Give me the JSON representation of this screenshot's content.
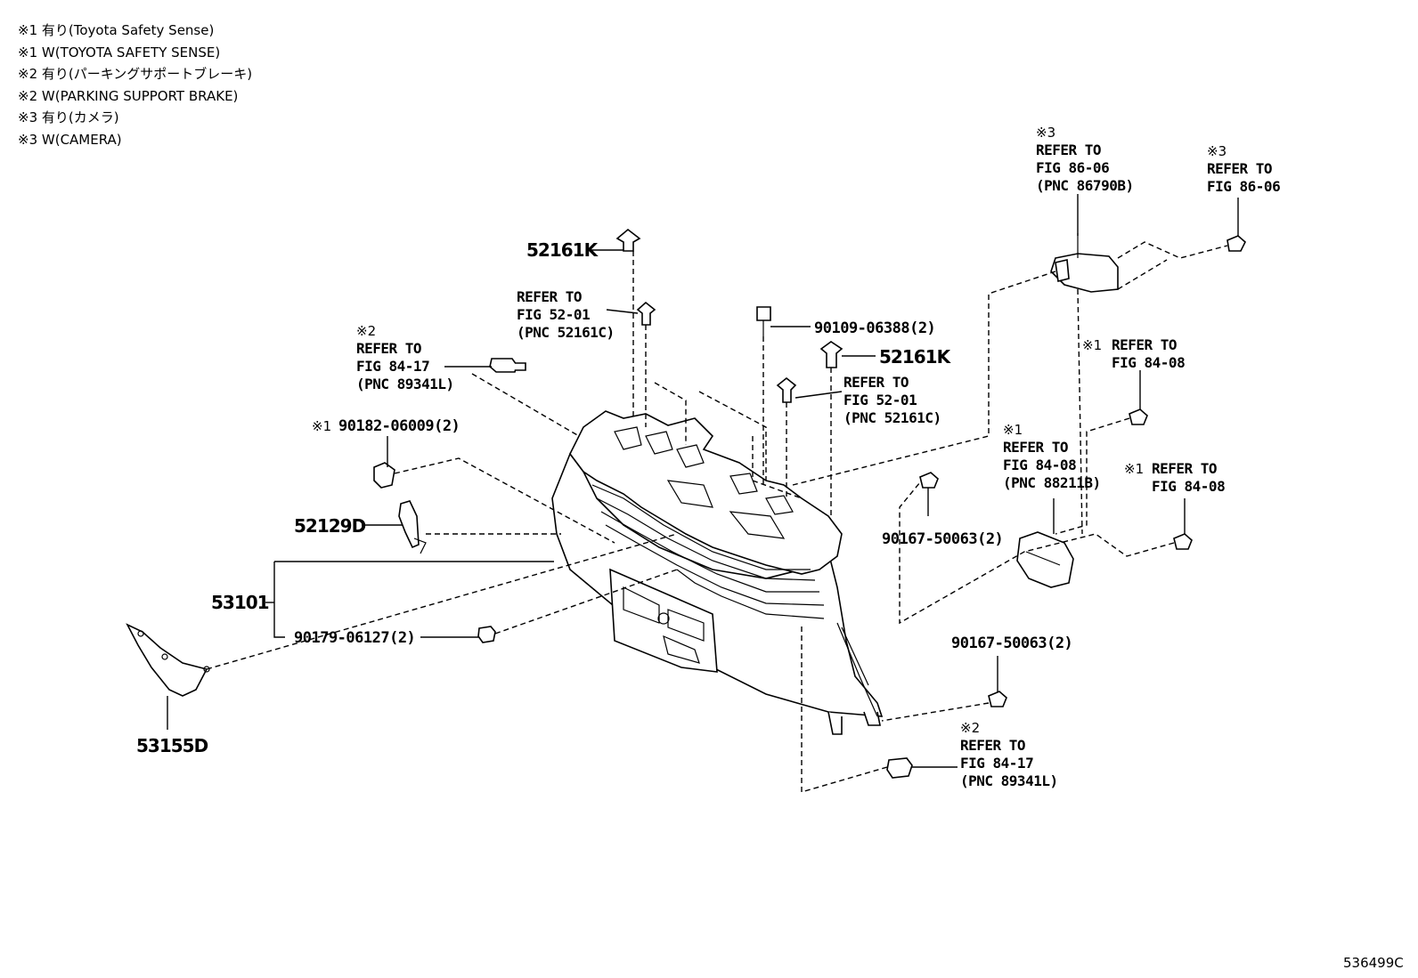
{
  "legend": [
    "※1 有り(Toyota  Safety  Sense)",
    "※1 W(TOYOTA SAFETY SENSE)",
    "※2 有り(パーキングサポートブレーキ)",
    "※2 W(PARKING SUPPORT BRAKE)",
    "※3 有り(カメラ)",
    "※3 W(CAMERA)"
  ],
  "callouts": {
    "p52161K_top": "52161K",
    "p52161K_mid": "52161K",
    "refer_52_01_a": {
      "line1": "REFER TO",
      "line2": "FIG 52-01",
      "line3": "(PNC 52161C)"
    },
    "refer_52_01_b": {
      "line1": "REFER TO",
      "line2": "FIG 52-01",
      "line3": "(PNC 52161C)"
    },
    "p90109": "90109-06388(2)",
    "refer_84_17_a": {
      "mark": "※2",
      "line1": "REFER TO",
      "line2": "FIG 84-17",
      "line3": "(PNC 89341L)"
    },
    "refer_84_17_b": {
      "mark": "※2",
      "line1": "REFER TO",
      "line2": "FIG 84-17",
      "line3": "(PNC 89341L)"
    },
    "p90182": {
      "mark": "※1",
      "label": "90182-06009(2)"
    },
    "p52129D": "52129D",
    "p53101": "53101",
    "p90179": "90179-06127(2)",
    "p53155D": "53155D",
    "refer_86_06_a": {
      "mark": "※3",
      "line1": "REFER TO",
      "line2": "FIG 86-06",
      "line3": "(PNC 86790B)"
    },
    "refer_86_06_b": {
      "mark": "※3",
      "line1": "REFER TO",
      "line2": "FIG 86-06"
    },
    "refer_84_08_a": {
      "mark": "※1",
      "line1": "REFER TO",
      "line2": "FIG 84-08"
    },
    "refer_84_08_b": {
      "mark": "※1",
      "line1": "REFER TO",
      "line2": "FIG 84-08",
      "line3": "(PNC 88211B)"
    },
    "refer_84_08_c": {
      "mark": "※1",
      "line1": "REFER TO",
      "line2": "FIG 84-08"
    },
    "p90167_a": "90167-50063(2)",
    "p90167_b": "90167-50063(2)"
  },
  "figure_id": "536499C"
}
